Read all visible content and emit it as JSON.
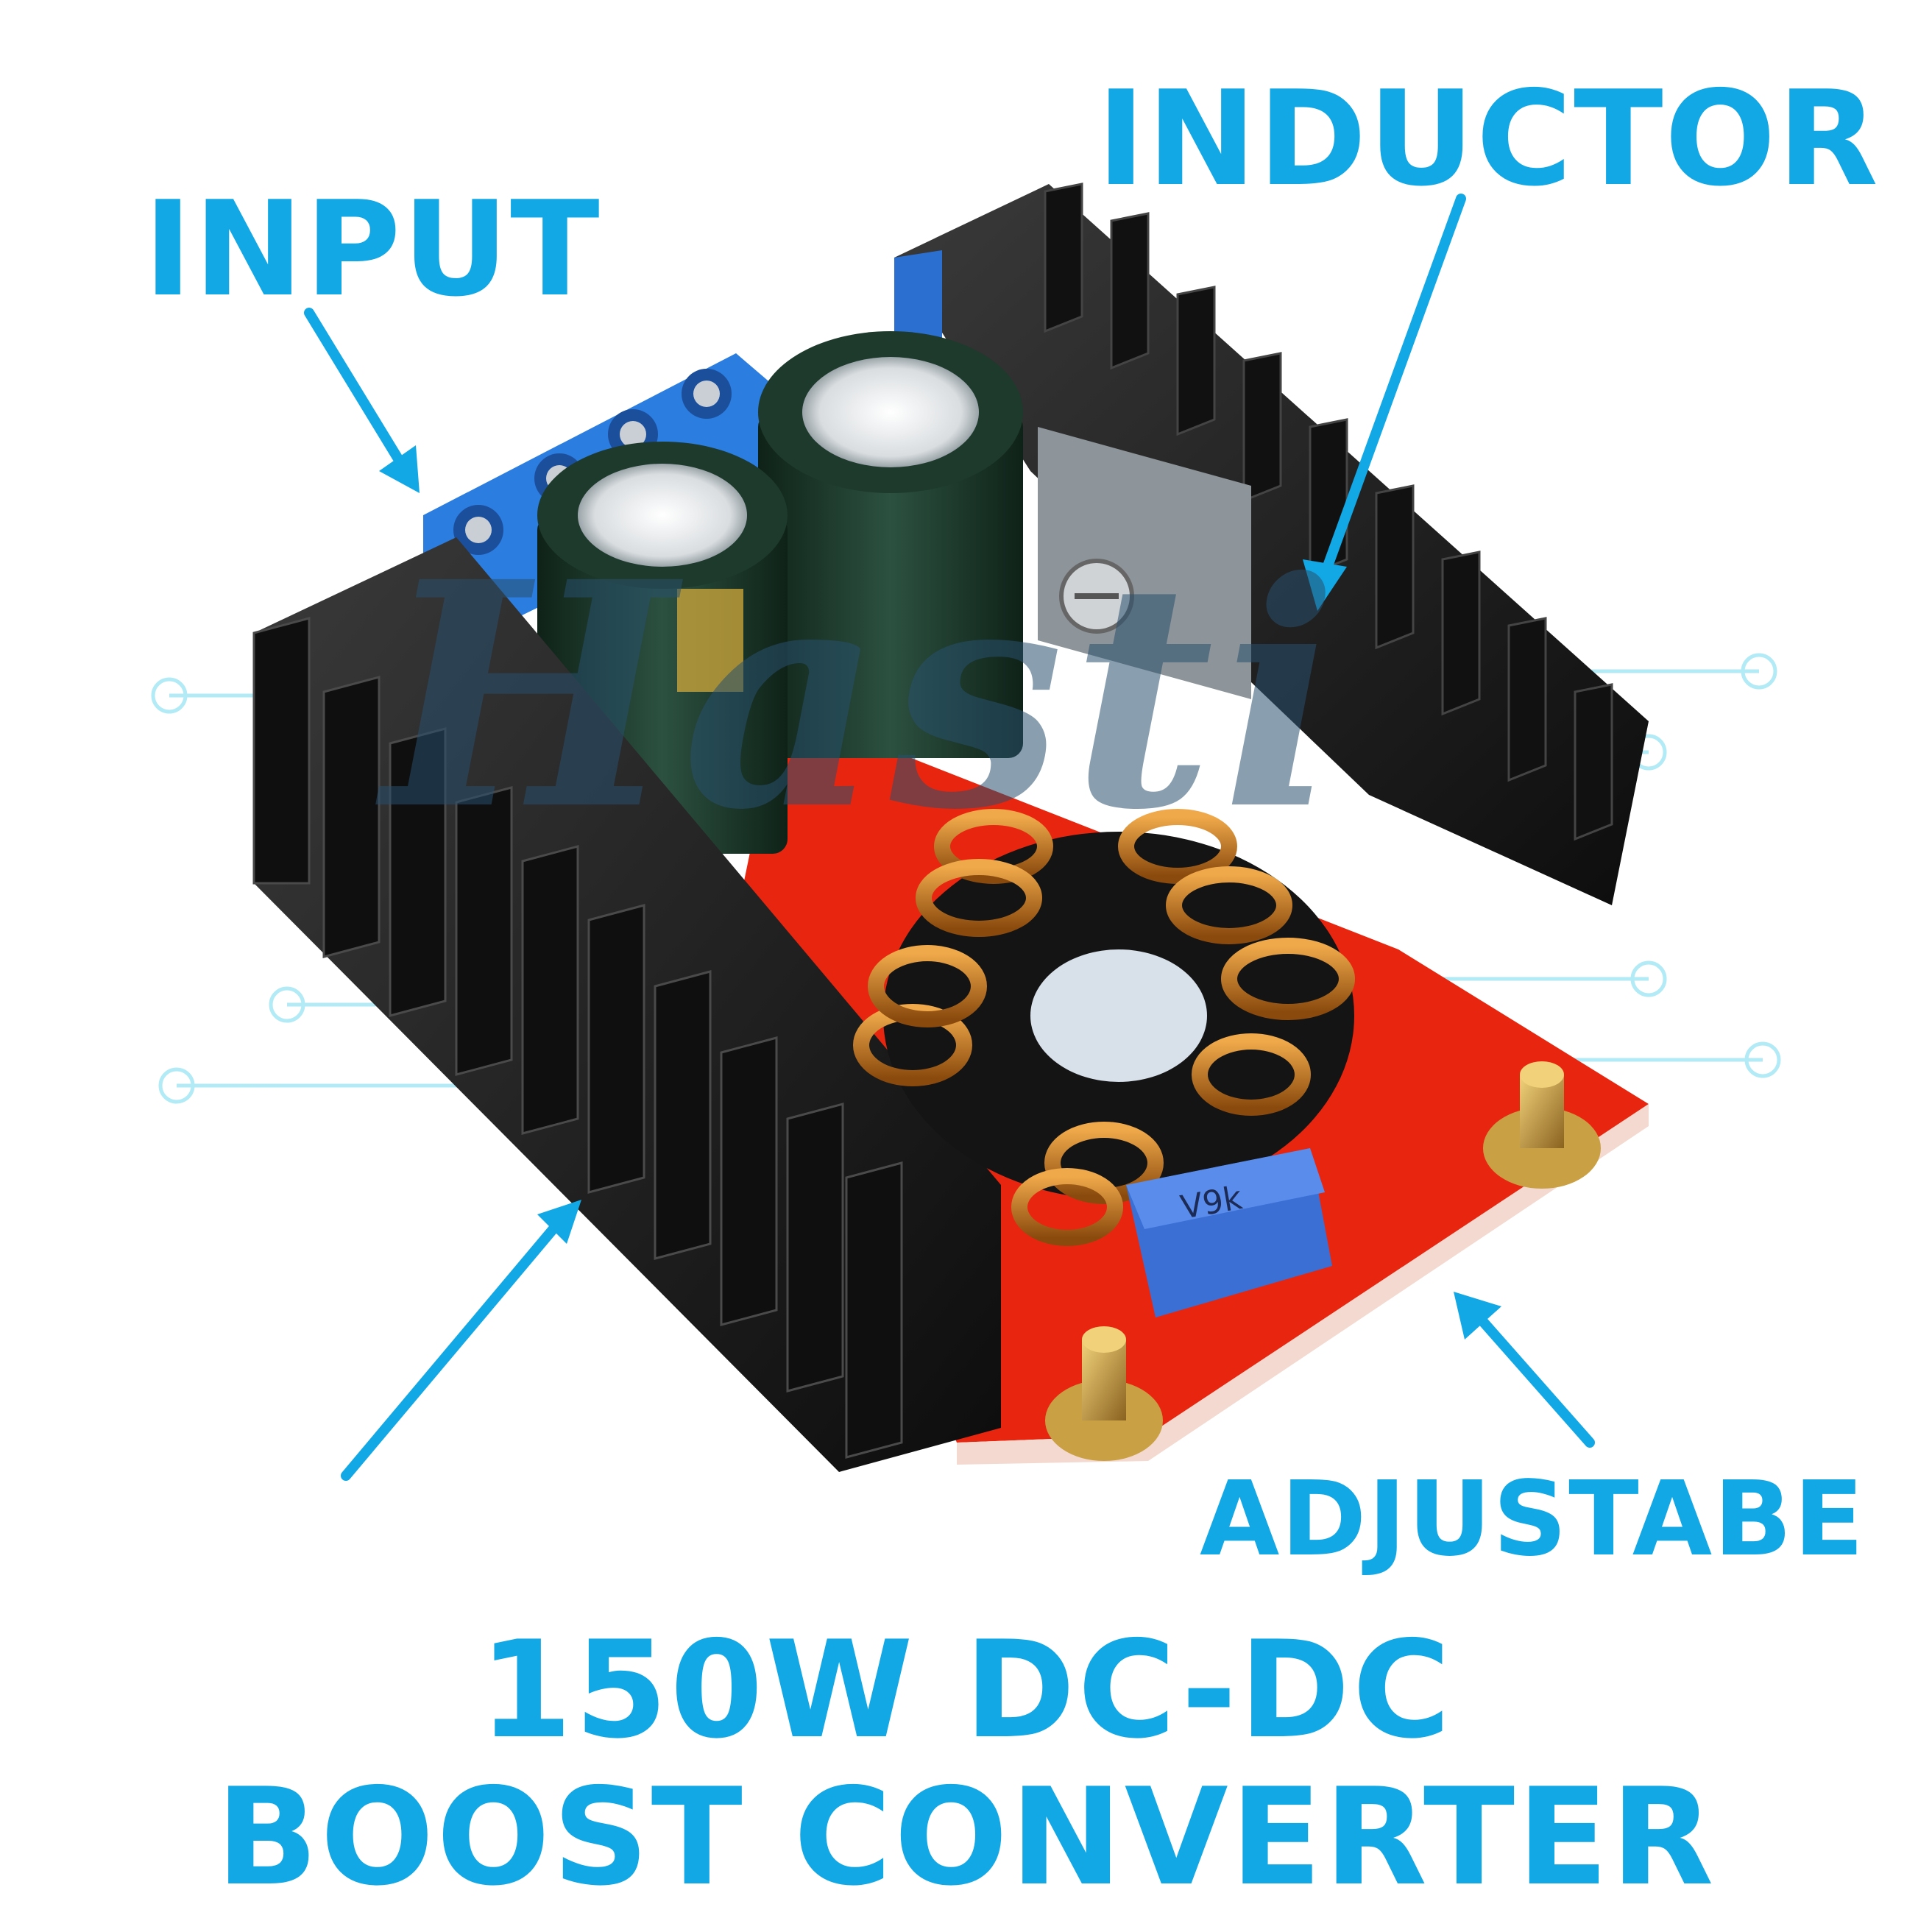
{
  "labels": {
    "inductor": "INDUCTOR",
    "input": "INPUT",
    "adjustable": "ADJUSTABE"
  },
  "title": {
    "line1": "150W DC-DC",
    "line2": "BOOST CONVERTER"
  },
  "pot_marking": "V9k",
  "watermark_logo": "Hasti",
  "colors": {
    "label_blue": "#12a8e6",
    "pcb_red": "#e8260f",
    "heatsink_black": "#1a1a1a",
    "terminal_blue": "#2b7de0",
    "capacitor_green": "#1d3a2c",
    "copper": "#c8741a"
  }
}
